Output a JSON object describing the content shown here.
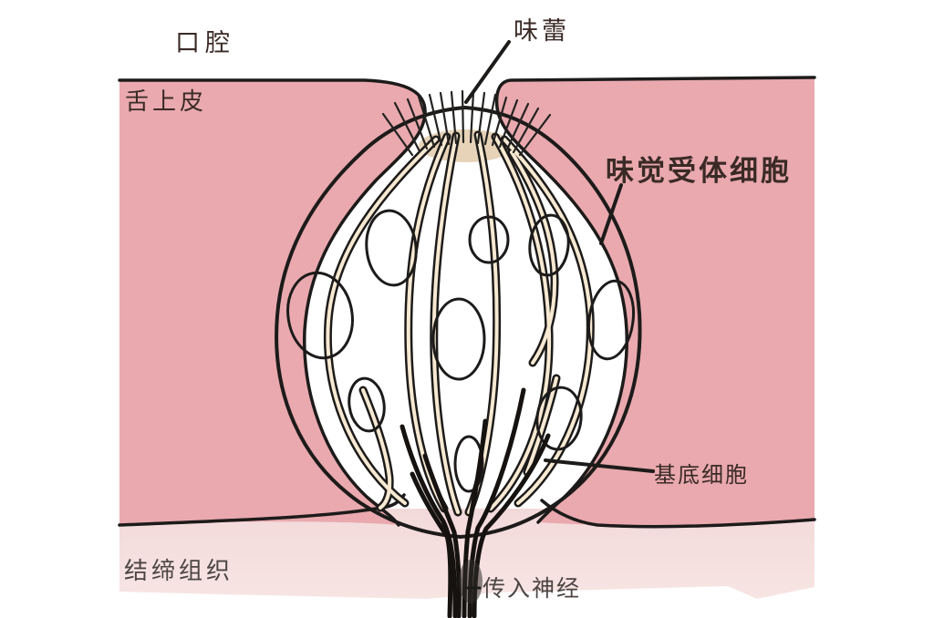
{
  "diagram": {
    "type": "anatomy-illustration",
    "subject": "taste bud cross-section",
    "labels": {
      "oral_cavity": "口腔",
      "taste_bud": "味蕾",
      "tongue_epithelium": "舌上皮",
      "taste_receptor_cells": "味觉受体细胞",
      "basal_cells": "基底细胞",
      "connective_tissue": "结缔组织",
      "afferent_nerve": "传入神经"
    },
    "colors": {
      "background": "#ffffff",
      "epithelium": "#e9a9ae",
      "connective_tissue_top": "#f3d9da",
      "connective_tissue_bottom": "#f7e5e3",
      "bud_cell": "#f0cfa3",
      "bud_gap": "#f7e9d2",
      "bud_shade": "#dcc09a",
      "nucleus": "#dc9a44",
      "outline": "#1d1b1a",
      "label_dark": "#3a2a26",
      "label_gray": "#4c4543"
    }
  }
}
